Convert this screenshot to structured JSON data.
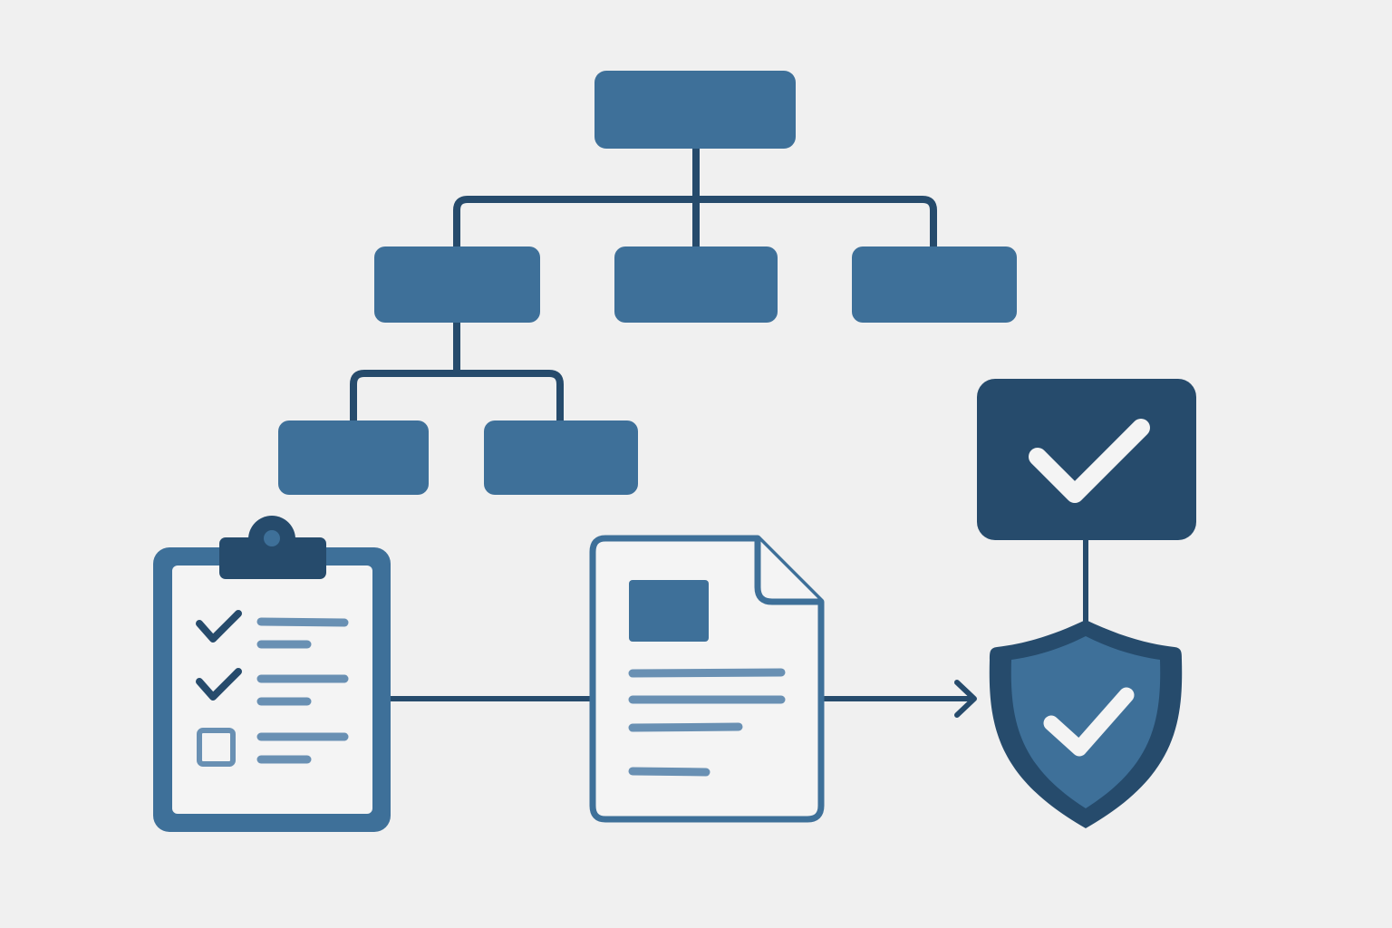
{
  "colors": {
    "background": "#f0f0f0",
    "node": "#3e7099",
    "dark": "#264b6c",
    "connector": "#264b6c",
    "paper": "#f4f4f4",
    "text_line": "#6990b3",
    "check_light": "#f4f4f4"
  },
  "org_chart": {
    "nodes": [
      "root",
      "level1-left",
      "level1-center",
      "level1-right",
      "level2-left",
      "level2-right"
    ],
    "edges": [
      [
        "root",
        "level1-left"
      ],
      [
        "root",
        "level1-center"
      ],
      [
        "root",
        "level1-right"
      ],
      [
        "level1-left",
        "level2-left"
      ],
      [
        "level1-left",
        "level2-right"
      ]
    ]
  },
  "workflow": {
    "steps": [
      "clipboard-checklist-icon",
      "document-icon",
      "shield-check-icon"
    ],
    "checklist": [
      {
        "state": "checked"
      },
      {
        "state": "checked"
      },
      {
        "state": "unchecked"
      }
    ],
    "approval": {
      "icon": "checkmark-icon"
    }
  }
}
